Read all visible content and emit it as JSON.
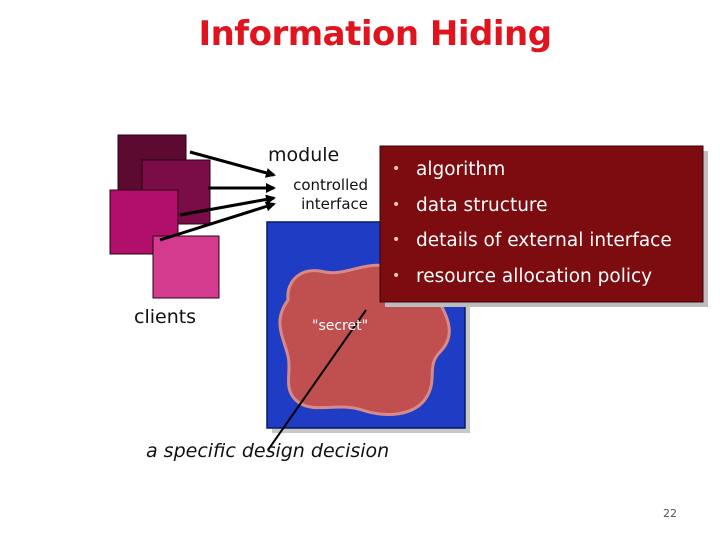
{
  "title": "Information Hiding",
  "module_label": "module",
  "controlled_interface_label": {
    "line1": "controlled",
    "line2": "interface"
  },
  "clients_label": "clients",
  "secret_label": "\"secret\"",
  "design_decision_label": "a specific design decision",
  "secret_contents": [
    "algorithm",
    "data structure",
    "details of external interface",
    "resource allocation policy"
  ],
  "page_number": "22",
  "colors": {
    "title": "#e0141e",
    "client_1": "#5c0a30",
    "client_2": "#7a0c48",
    "client_3": "#b20f6c",
    "client_4": "#d43a8e",
    "module_body": "#1f3cc4",
    "secret_blob": "#c05050",
    "secret_panel": "#7d0c10"
  }
}
